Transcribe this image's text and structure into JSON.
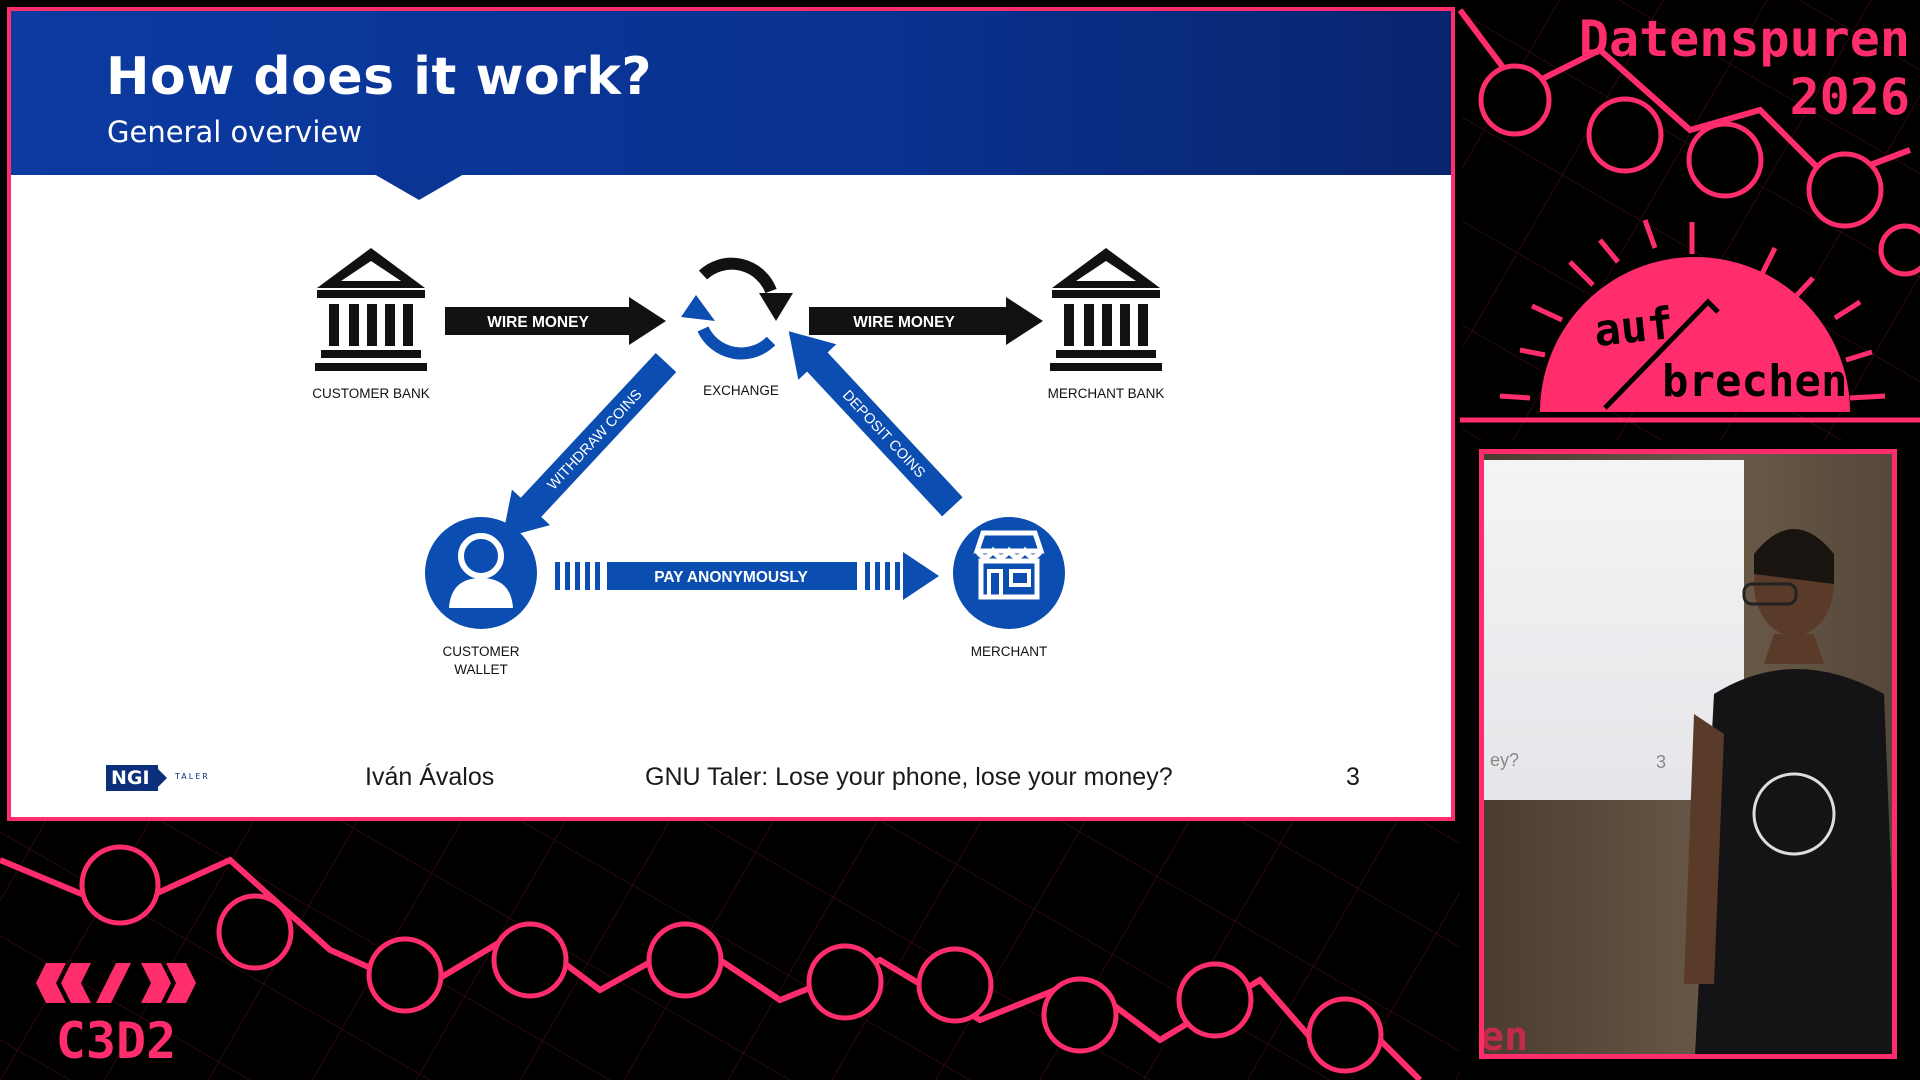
{
  "slide": {
    "title": "How does it work?",
    "subtitle": "General overview",
    "diagram": {
      "nodes": {
        "customer_bank": "CUSTOMER BANK",
        "exchange": "EXCHANGE",
        "merchant_bank": "MERCHANT BANK",
        "customer_wallet_line1": "CUSTOMER",
        "customer_wallet_line2": "WALLET",
        "merchant": "MERCHANT"
      },
      "arrows": {
        "wire_money_left": "WIRE MONEY",
        "wire_money_right": "WIRE MONEY",
        "withdraw_coins": "WITHDRAW COINS",
        "deposit_coins": "DEPOSIT COINS",
        "pay_anonymously": "PAY ANONYMOUSLY"
      },
      "colors": {
        "blue": "#0b4db0",
        "black": "#111111"
      }
    },
    "footer": {
      "logo_text": "NGI",
      "logo_sub": "TALER",
      "author": "Iván Ávalos",
      "talk_title": "GNU Taler: Lose your phone, lose your money?",
      "page_number": "3"
    }
  },
  "branding": {
    "event_name": "Datenspuren",
    "event_year": "2026",
    "motto_line1": "auf",
    "motto_line2": "brechen",
    "org_logo": "C3D2",
    "accent_color": "#ff2d6c"
  },
  "camera": {
    "screen_fragment": "ey?",
    "screen_page": "3",
    "shirt_text_fragment": "en"
  }
}
